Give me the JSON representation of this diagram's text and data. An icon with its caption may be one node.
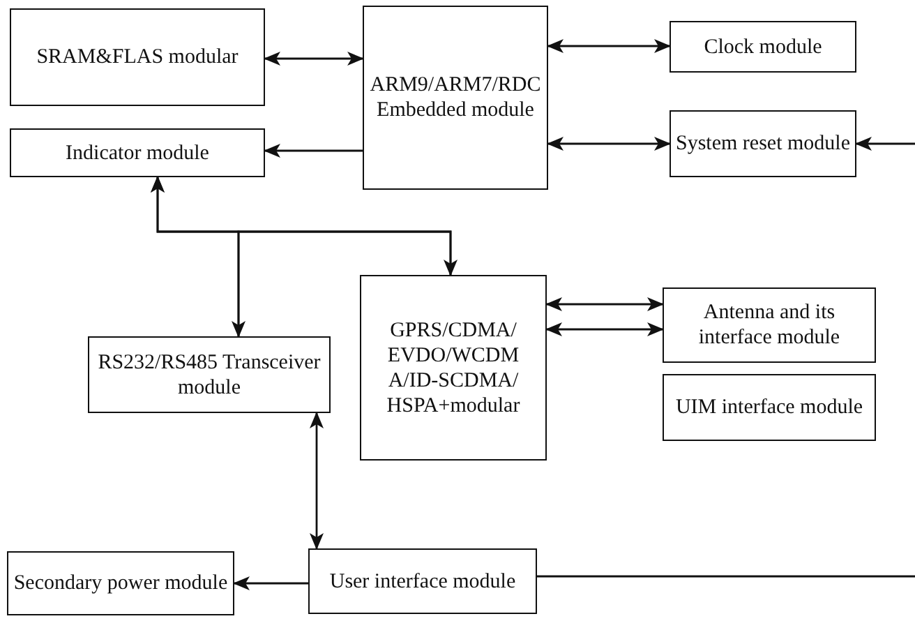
{
  "diagram": {
    "nodes": [
      {
        "text": [
          "SRAM&FLAS modular"
        ]
      },
      {
        "text": [
          "ARM9/ARM7/RDC Embedded module"
        ]
      },
      {
        "text": [
          "Clock module"
        ]
      },
      {
        "text": [
          "System reset module"
        ]
      },
      {
        "text": [
          "Indicator module"
        ]
      },
      {
        "text": [
          "GPRS/CDMA/EVDO/WCDMA/ID-SCDMA/HSPA+modular"
        ]
      },
      {
        "text": [
          "Antenna and its interface module"
        ]
      },
      {
        "text": [
          "UIM interface module"
        ]
      },
      {
        "text": [
          "RS232/RS485 Transceiver module"
        ]
      },
      {
        "text": [
          "User interface module"
        ]
      },
      {
        "text": [
          "Secondary power module"
        ]
      }
    ],
    "edges": [
      {
        "from": 0,
        "to": 1,
        "arrow": "both"
      },
      {
        "from": 1,
        "to": 2,
        "arrow": "both"
      },
      {
        "from": 1,
        "to": 3,
        "arrow": "both"
      },
      {
        "from": null,
        "to": 3,
        "arrow": "to"
      },
      {
        "from": 1,
        "to": 4,
        "arrow": "to"
      },
      {
        "from": 5,
        "to": 4,
        "arrow": "to"
      },
      {
        "from": 8,
        "to": 4,
        "arrow": "to"
      },
      {
        "from": 8,
        "to": 5,
        "arrow": "both"
      },
      {
        "from": 5,
        "to": 6,
        "arrow": "both"
      },
      {
        "from": 5,
        "to": 6,
        "arrow": "both"
      },
      {
        "from": 8,
        "to": 9,
        "arrow": "both"
      },
      {
        "from": 9,
        "to": 10,
        "arrow": "to"
      },
      {
        "from": 9,
        "to": null,
        "arrow": "none"
      }
    ]
  }
}
